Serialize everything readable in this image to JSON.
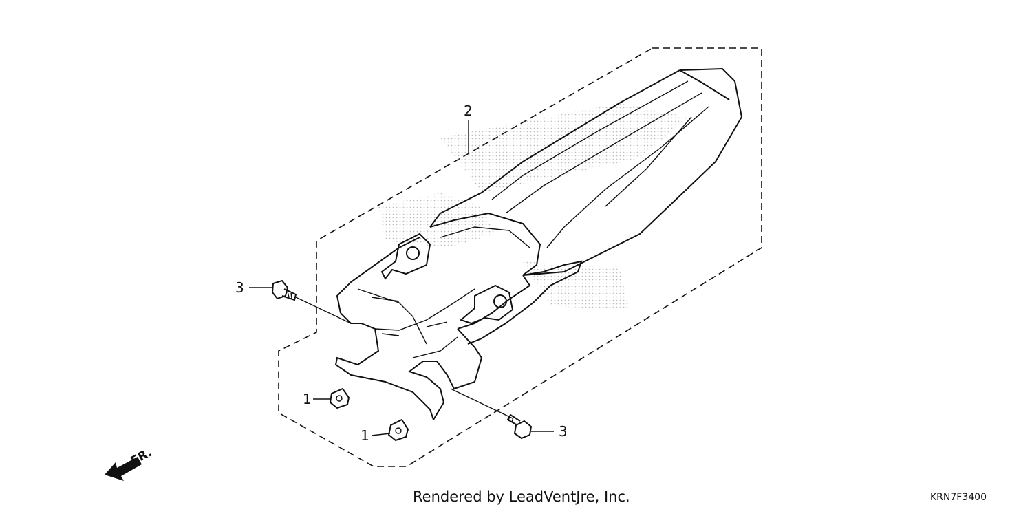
{
  "callouts": {
    "part_1a": "1",
    "part_1b": "1",
    "part_2": "2",
    "part_3a": "3",
    "part_3b": "3"
  },
  "direction_label": "FR.",
  "footer": {
    "credit": "Rendered by LeadVentJre, Inc.",
    "code": "KRN7F3400"
  }
}
